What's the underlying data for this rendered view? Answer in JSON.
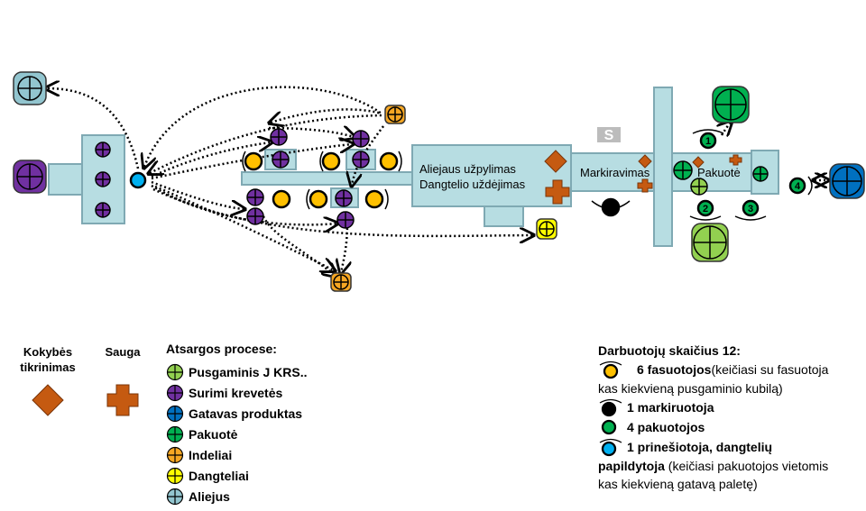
{
  "colors": {
    "conveyor": "#b7dde2",
    "conveyor_border": "#7fa9b3",
    "pusgaminis": "#92d050",
    "surimi": "#7030a0",
    "gatavas": "#0070c0",
    "pakuote": "#00b050",
    "indeliai": "#f5a623",
    "dangteliai": "#ffff00",
    "aliejus": "#92c5cf",
    "worker_fasuotoja": "#ffc000",
    "worker_markiruotoja": "#000000",
    "worker_pakuotoja": "#00b050",
    "worker_prinesiotoja": "#00b0f0",
    "quality": "#c55a11",
    "safety": "#c55a11"
  },
  "stations": {
    "filling_line1": "Aliejaus užpylimas",
    "filling_line2": "Dangtelio uždėjimas",
    "marking": "Markiravimas",
    "packing": "Pakuotė",
    "s_marker": "S",
    "packer_numbers": [
      "1",
      "2",
      "3",
      "4"
    ]
  },
  "legend": {
    "quality_label": "Kokybės tikrinimas",
    "safety_label": "Sauga",
    "inventory_title": "Atsargos procese:",
    "inventory_items": [
      {
        "label": "Pusgaminis J KRS..",
        "icon": "pusgaminis-icon"
      },
      {
        "label": "Surimi krevetės",
        "icon": "surimi-icon"
      },
      {
        "label": "Gatavas produktas",
        "icon": "finished-product-icon"
      },
      {
        "label": "Pakuotė",
        "icon": "packaging-icon"
      },
      {
        "label": "Indeliai",
        "icon": "jars-icon"
      },
      {
        "label": "Dangteliai",
        "icon": "lids-icon"
      },
      {
        "label": "Aliejus",
        "icon": "oil-icon"
      }
    ]
  },
  "workers": {
    "title": "Darbuotojų skaičius 12:",
    "fasuotojos_bold": "6 fasuotojos",
    "fasuotojos_note_a": "(keičiasi su fasuotoja",
    "fasuotojos_note_b": "kas kiekvieną pusgaminio kubilą)",
    "markiruotoja": "1 markiruotoja",
    "pakuotojos": "4 pakuotojos",
    "prinesiotoja_bold_a": "1 prinešiotoja, dangtelių",
    "prinesiotoja_bold_b": "papildytoja",
    "prinesiotoja_note_a": " (keičiasi pakuotojos vietomis",
    "prinesiotoja_note_b": "kas kiekvieną gatavą paletę)"
  }
}
